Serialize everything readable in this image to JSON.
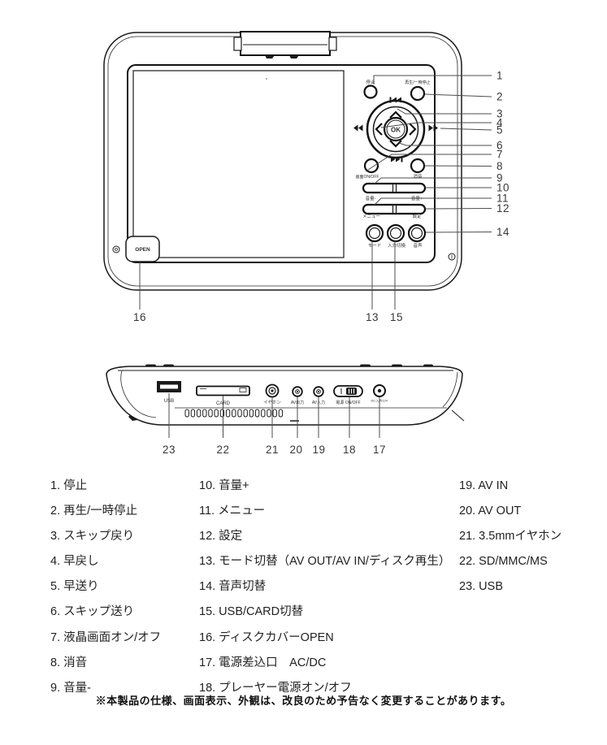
{
  "front": {
    "open_latch": "OPEN",
    "buttons": {
      "stop": "停止",
      "play_pause": "再生/一時停止",
      "ok": "OK",
      "screen_onoff": "画面ON/OFF",
      "mute": "消音",
      "vol_minus": "音量-",
      "vol_plus": "音量+",
      "menu": "メニュー",
      "setup": "設定",
      "mode": "モード",
      "input_switch": "入力切換",
      "audio": "音声"
    }
  },
  "bottom": {
    "ports": {
      "usb": "USB",
      "card": "CARD",
      "earphone": "イヤホン",
      "av_out": "AV出力",
      "av_in": "AV入力",
      "power": "電源 ON/OFF",
      "dc_in": "DC入力12V"
    }
  },
  "callouts": {
    "front_right": [
      "1",
      "2",
      "3",
      "4",
      "5",
      "6",
      "7",
      "8",
      "9",
      "10",
      "11",
      "12",
      "14"
    ],
    "front_bottom": [
      "16",
      "13",
      "15"
    ],
    "bottom_view": [
      "23",
      "22",
      "21",
      "20",
      "19",
      "18",
      "17"
    ]
  },
  "legend": {
    "col1": [
      "1. 停止",
      "2. 再生/一時停止",
      "3. スキップ戻り",
      "4. 早戻し",
      "5. 早送り",
      "6. スキップ送り",
      "7. 液晶画面オン/オフ",
      "8. 消音",
      "9. 音量-"
    ],
    "col2": [
      "10. 音量+",
      "11. メニュー",
      "12. 設定",
      "13. モード切替（AV OUT/AV IN/ディスク再生）",
      "14. 音声切替",
      "15. USB/CARD切替",
      "16. ディスクカバーOPEN",
      "17. 電源差込口　AC/DC",
      "18. プレーヤー電源オン/オフ"
    ],
    "col3": [
      "19. AV IN",
      "20. AV OUT",
      "21. 3.5mmイヤホン",
      "22. SD/MMC/MS",
      "23. USB"
    ]
  },
  "footer": {
    "note": "※本製品の仕様、画面表示、外観は、改良のため予告なく変更することがあります。"
  },
  "colors": {
    "ink": "#1a1a1a",
    "leader_line": "#4d4d4d",
    "background": "#ffffff"
  }
}
